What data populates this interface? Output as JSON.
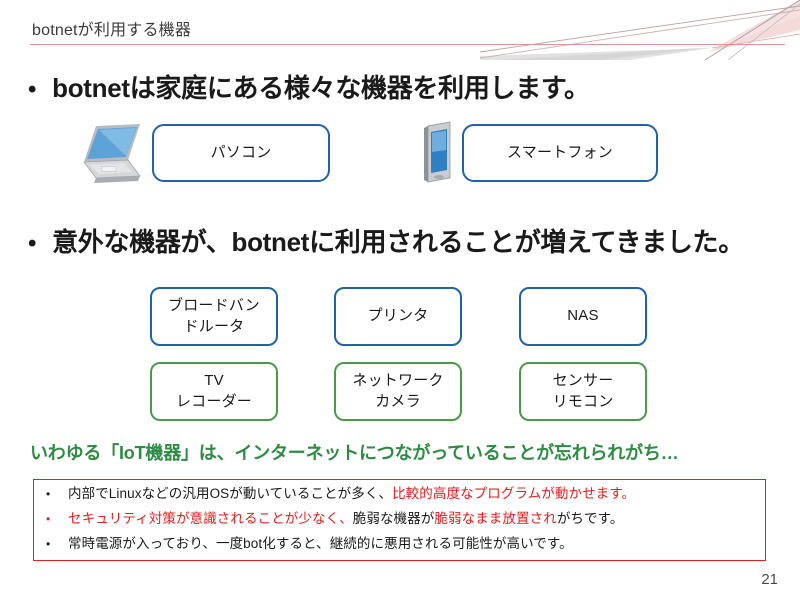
{
  "header": {
    "title": "botnetが利用する機器",
    "rule_color": "#e39090"
  },
  "bullets": [
    {
      "marker": "•",
      "text": "botnetは家庭にある様々な機器を利用します。"
    },
    {
      "marker": "•",
      "text": "意外な機器が、botnetに利用されることが増えてきました。"
    }
  ],
  "device_row_top": {
    "laptop_icon": "laptop-icon",
    "phone_icon": "smartphone-icon",
    "pc_label": "パソコン",
    "smartphone_label": "スマートフォン"
  },
  "device_grid": {
    "blue_color": "#2062a8",
    "green_color": "#4a9a4a",
    "row1": [
      {
        "line1": "ブロードバン",
        "line2": "ドルータ"
      },
      {
        "line1": "プリンタ",
        "line2": ""
      },
      {
        "line1": "NAS",
        "line2": ""
      }
    ],
    "row2": [
      {
        "line1": "TV",
        "line2": "レコーダー"
      },
      {
        "line1": "ネットワーク",
        "line2": "カメラ"
      },
      {
        "line1": "センサー",
        "line2": "リモコン"
      }
    ]
  },
  "iot_note": {
    "text": "いわゆる「IoT機器」は、インターネットにつながっていることが忘れられがち…",
    "color": "#2e8b42"
  },
  "note_box": {
    "border_color": "#e02020",
    "rows": [
      {
        "marker": "•",
        "marker_color": "black",
        "segments": [
          {
            "text": "内部でLinuxなどの汎用OSが動いていることが多く、",
            "color": "black"
          },
          {
            "text": "比較的高度なプログラムが動かせます。",
            "color": "red"
          }
        ]
      },
      {
        "marker": "•",
        "marker_color": "red",
        "segments": [
          {
            "text": "セキュリティ対策が意識されることが少なく、",
            "color": "red"
          },
          {
            "text": "脆弱な機器が",
            "color": "black"
          },
          {
            "text": "脆弱なまま放置され",
            "color": "red"
          },
          {
            "text": "がちです。",
            "color": "black"
          }
        ]
      },
      {
        "marker": "•",
        "marker_color": "black",
        "segments": [
          {
            "text": "常時電源が入っており、一度bot化すると、継続的に悪用される可能性が高いです。",
            "color": "black"
          }
        ]
      }
    ]
  },
  "page_number": "21"
}
